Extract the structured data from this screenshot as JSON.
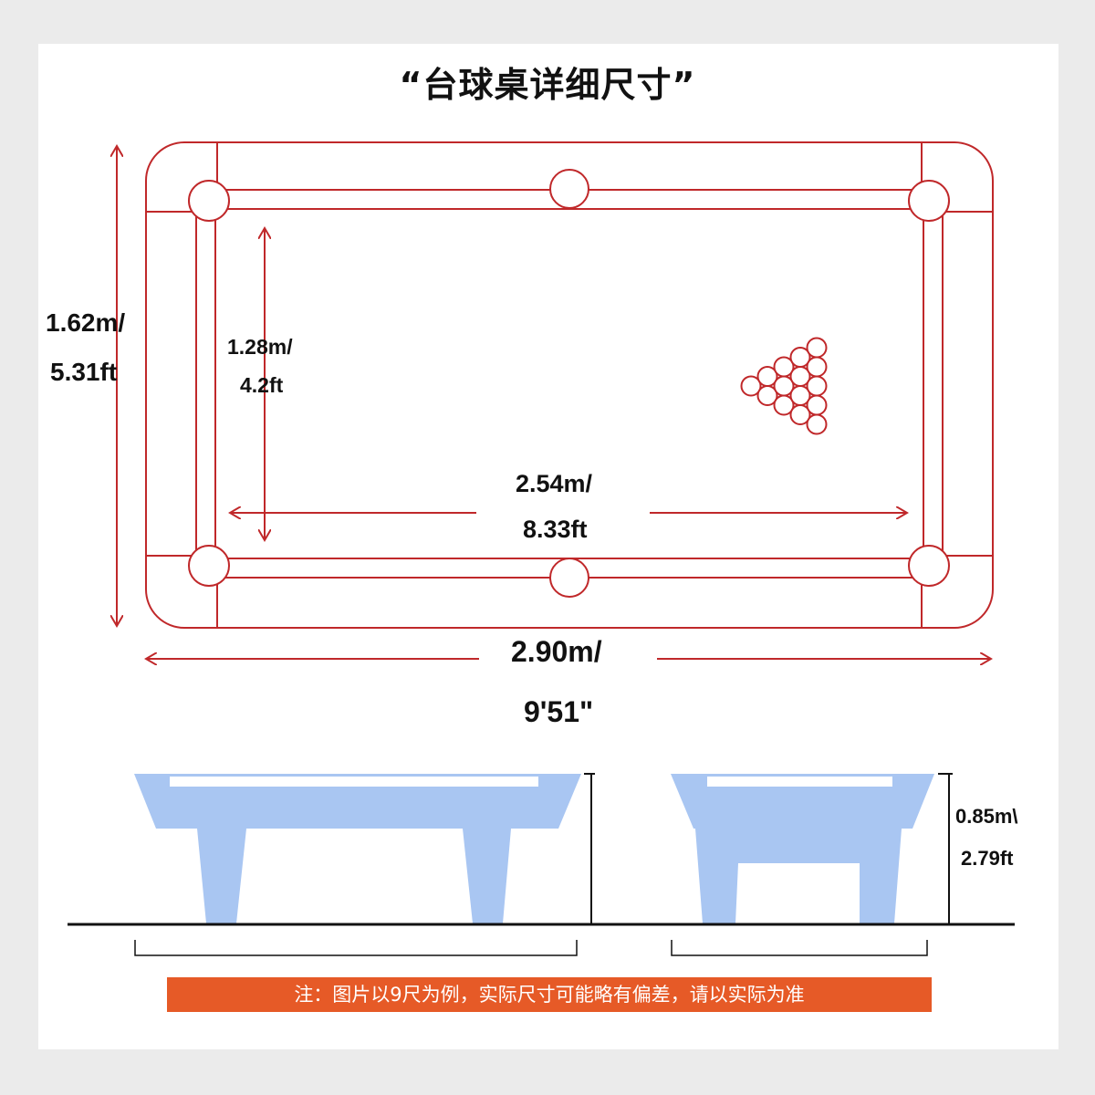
{
  "title": "“台球桌详细尺寸”",
  "dimensions": {
    "outer_width": {
      "metric": "2.90m/",
      "imperial": "9'51\""
    },
    "outer_height": {
      "metric": "1.62m/",
      "imperial": "5.31ft"
    },
    "play_width": {
      "metric": "2.54m/",
      "imperial": "8.33ft"
    },
    "play_height": {
      "metric": "1.28m/",
      "imperial": "4.2ft"
    },
    "table_height": {
      "metric": "0.85m\\",
      "imperial": "2.79ft"
    }
  },
  "colors": {
    "outline": "#c0282a",
    "table_side": "#a9c6f2",
    "note_bg": "#e65a27"
  },
  "rack_ball_count": 15,
  "note": "注：图片以9尺为例，实际尺寸可能略有偏差，请以实际为准"
}
